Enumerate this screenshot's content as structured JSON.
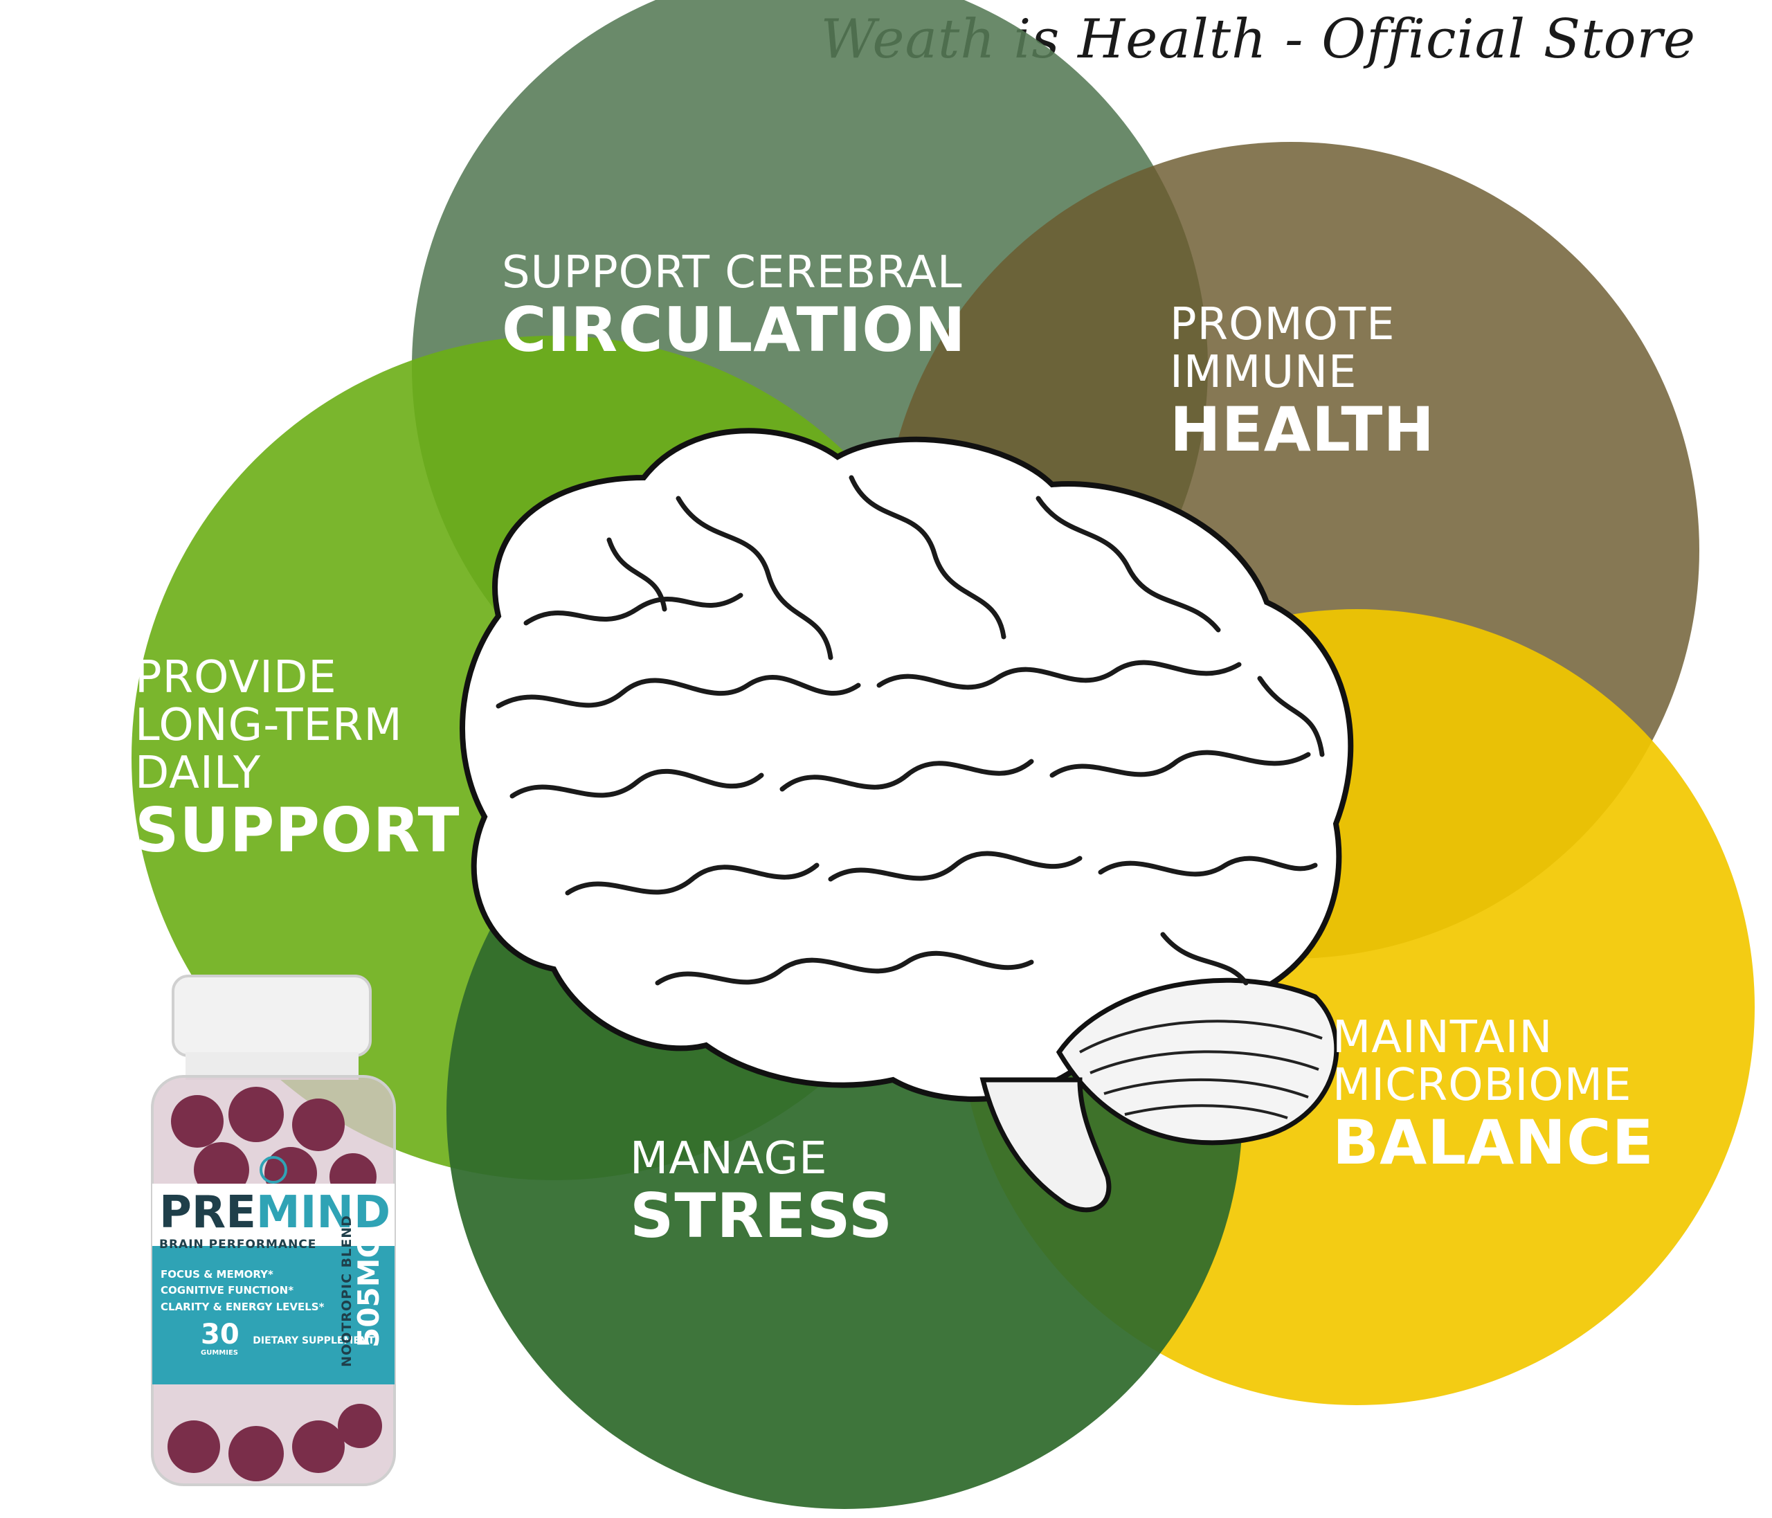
{
  "store_title": "Weath is Health - Official Store",
  "circles": {
    "circulation": {
      "line1": "SUPPORT CEREBRAL",
      "emphasis": "CIRCULATION",
      "color": "#557a55"
    },
    "immune": {
      "line1": "PROMOTE",
      "line2": "IMMUNE",
      "emphasis": "HEALTH",
      "color": "#6b5a2e"
    },
    "support": {
      "line1": "PROVIDE",
      "line2": "LONG-TERM",
      "line3": "DAILY",
      "emphasis": "SUPPORT",
      "color": "#6cae16"
    },
    "stress": {
      "line1": "MANAGE",
      "emphasis": "STRESS",
      "color": "#2f6a2c"
    },
    "microbiome": {
      "line1": "MAINTAIN",
      "line2": "MICROBIOME",
      "emphasis": "BALANCE",
      "color": "#f2c800"
    }
  },
  "product": {
    "brand_pre": "PRE",
    "brand_mind": "MIND",
    "subtitle": "BRAIN PERFORMANCE",
    "benefits": [
      "FOCUS & MEMORY*",
      "COGNITIVE FUNCTION*",
      "CLARITY & ENERGY LEVELS*"
    ],
    "count": "30",
    "count_unit": "GUMMIES",
    "type": "DIETARY SUPPLEMENT",
    "blend_label": "NOOTROPIC BLEND",
    "blend_amount": "505MG",
    "accent_color": "#2fa3b5"
  },
  "icons": [
    "brain-illustration",
    "brain-logo-icon"
  ]
}
